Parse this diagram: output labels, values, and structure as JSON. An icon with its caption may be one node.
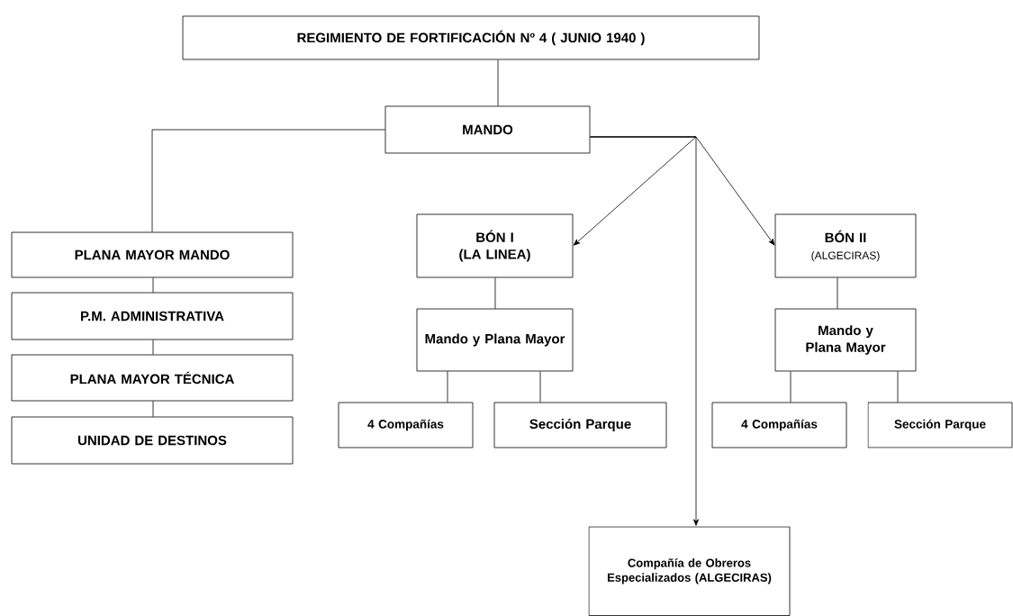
{
  "diagram": {
    "nodes": [
      {
        "text": [
          "REGIMIENTO DE FORTIFICACIÓN Nº 4 ( JUNIO 1940 )"
        ]
      },
      {
        "text": [
          "MANDO"
        ]
      },
      {
        "text": [
          "PLANA MAYOR MANDO"
        ]
      },
      {
        "text": [
          "P.M. ADMINISTRATIVA"
        ]
      },
      {
        "text": [
          "PLANA MAYOR TÉCNICA"
        ]
      },
      {
        "text": [
          "UNIDAD DE DESTINOS"
        ]
      },
      {
        "text": [
          "BÓN I",
          "(LA LINEA)"
        ]
      },
      {
        "text": [
          "Mando y Plana Mayor"
        ]
      },
      {
        "text": [
          "4 Compañías"
        ]
      },
      {
        "text": [
          "Sección Parque"
        ]
      },
      {
        "text": [
          "BÓN II",
          "(ALGECIRAS)"
        ]
      },
      {
        "text": [
          "Mando y Plana Mayor"
        ]
      },
      {
        "text": [
          "4 Compañías"
        ]
      },
      {
        "text": [
          "Sección Parque"
        ]
      },
      {
        "text": [
          "Compañía de Obreros Especializados (ALGECIRAS)"
        ]
      }
    ],
    "edges": [
      {
        "from": 0,
        "to": 1,
        "arrow": "none"
      },
      {
        "from": 1,
        "to": 2,
        "arrow": "none"
      },
      {
        "from": 2,
        "to": 3,
        "arrow": "none"
      },
      {
        "from": 3,
        "to": 4,
        "arrow": "none"
      },
      {
        "from": 4,
        "to": 5,
        "arrow": "none"
      },
      {
        "from": 1,
        "to": 6,
        "arrow": "to"
      },
      {
        "from": 1,
        "to": 10,
        "arrow": "to"
      },
      {
        "from": 1,
        "to": 14,
        "arrow": "to"
      },
      {
        "from": 6,
        "to": 7,
        "arrow": "none"
      },
      {
        "from": 7,
        "to": 8,
        "arrow": "none"
      },
      {
        "from": 7,
        "to": 9,
        "arrow": "none"
      },
      {
        "from": 10,
        "to": 11,
        "arrow": "none"
      },
      {
        "from": 11,
        "to": 12,
        "arrow": "none"
      },
      {
        "from": 11,
        "to": 13,
        "arrow": "none"
      }
    ]
  }
}
